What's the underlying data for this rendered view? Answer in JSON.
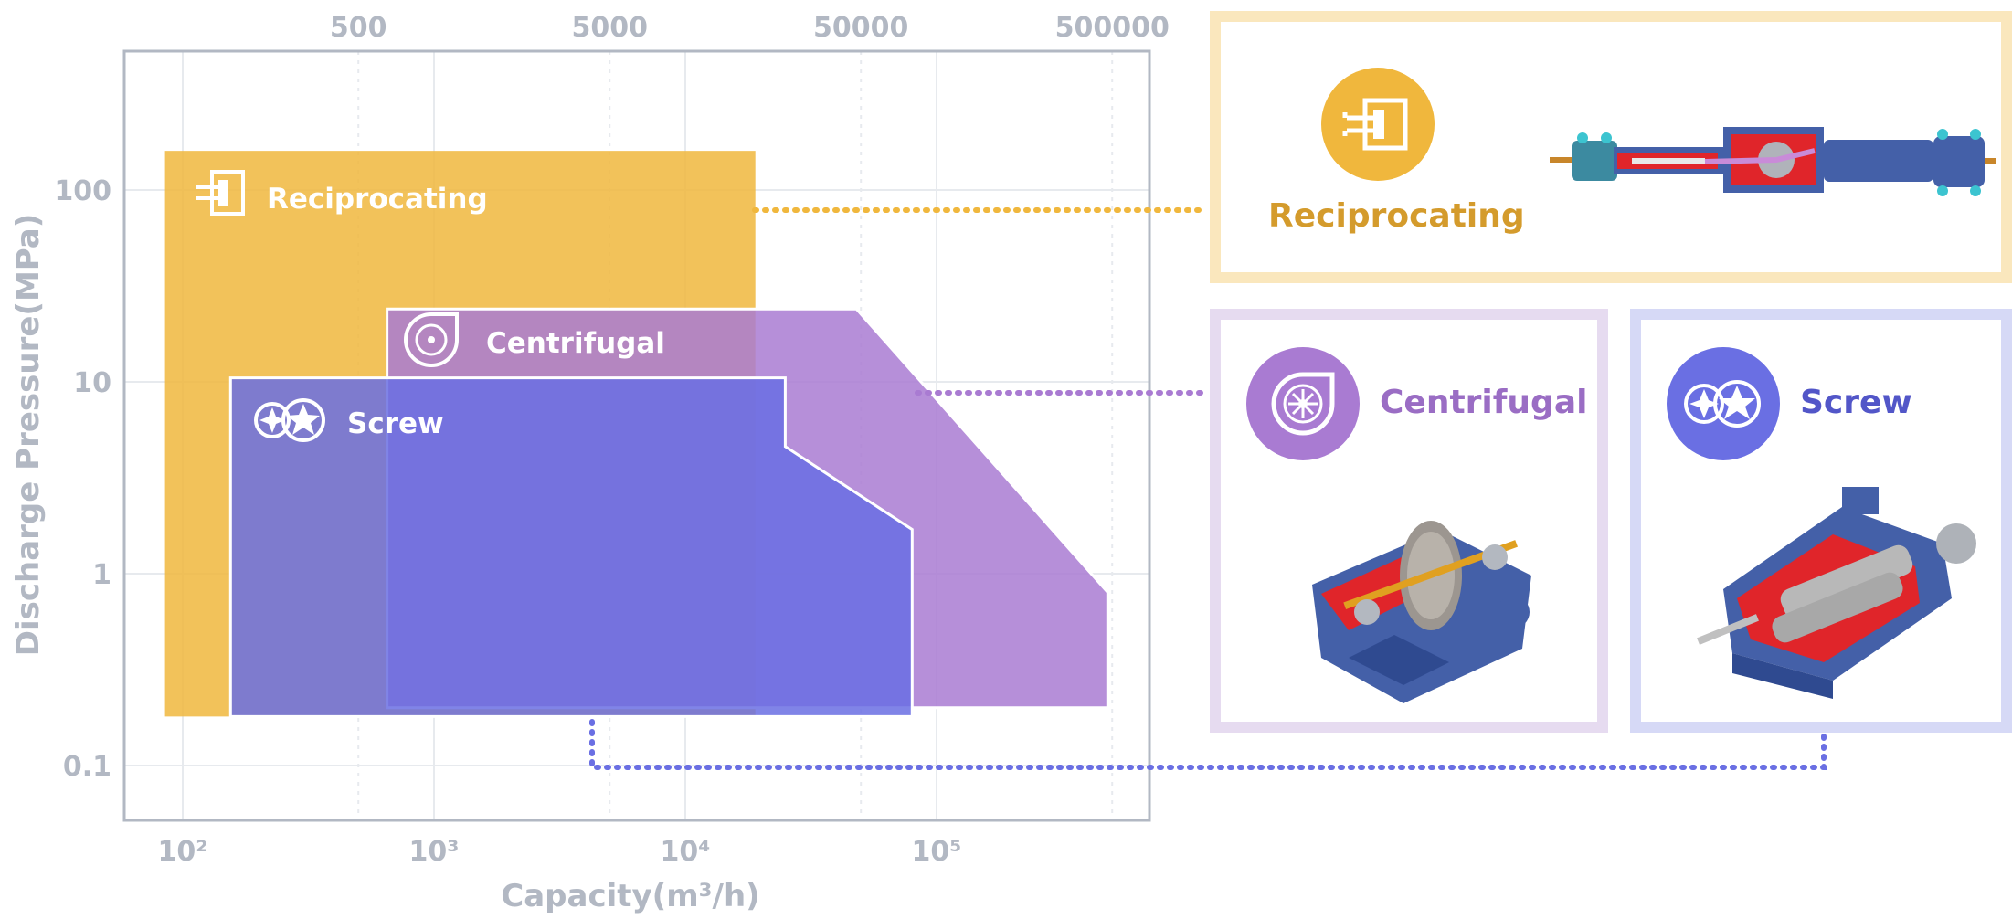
{
  "colors": {
    "reciprocating": "#F0B73D",
    "centrifugal": "#A97BD2",
    "screw": "#6A6FE3",
    "axis": "#B2B8C3",
    "grid": "#E7EAEE",
    "recip_border": "#FAE7BD",
    "centri_border": "#E6DBF0",
    "screw_border": "#D6D9F6",
    "recip_title": "#D49B2C",
    "centri_title": "#9A6DC4",
    "screw_title": "#5256C8",
    "machine_body": "#4460A8",
    "machine_cut": "#E0252A"
  },
  "chart_data": {
    "type": "area",
    "title": "",
    "xlabel": "Capacity(m³/h)",
    "ylabel": "Discharge Pressure(MPa)",
    "xscale": "log",
    "yscale": "log",
    "xlim": [
      55,
      800000
    ],
    "ylim": [
      0.05,
      600
    ],
    "x_ticks": [
      {
        "value": 100,
        "label": "10²"
      },
      {
        "value": 1000,
        "label": "10³"
      },
      {
        "value": 10000,
        "label": "10⁴"
      },
      {
        "value": 100000,
        "label": "10⁵"
      }
    ],
    "x_top_ticks": [
      {
        "value": 500,
        "label": "500"
      },
      {
        "value": 5000,
        "label": "5000"
      },
      {
        "value": 50000,
        "label": "50000"
      },
      {
        "value": 500000,
        "label": "500000"
      }
    ],
    "y_ticks": [
      {
        "value": 0.1,
        "label": "0.1"
      },
      {
        "value": 1,
        "label": "1"
      },
      {
        "value": 10,
        "label": "10"
      },
      {
        "value": 100,
        "label": "100"
      }
    ],
    "grid": true,
    "series": [
      {
        "name": "Reciprocating",
        "key": "reciprocating",
        "outline": false,
        "opacity": 0.85,
        "polygon": [
          [
            85,
            160
          ],
          [
            19000,
            160
          ],
          [
            19000,
            0.18
          ],
          [
            85,
            0.18
          ]
        ]
      },
      {
        "name": "Centrifugal",
        "key": "centrifugal",
        "outline": true,
        "opacity": 0.85,
        "polygon": [
          [
            650,
            24
          ],
          [
            48000,
            24
          ],
          [
            480000,
            0.8
          ],
          [
            480000,
            0.2
          ],
          [
            650,
            0.2
          ]
        ]
      },
      {
        "name": "Screw",
        "key": "screw",
        "outline": true,
        "opacity": 0.85,
        "polygon": [
          [
            155,
            10.5
          ],
          [
            25000,
            10.5
          ],
          [
            25000,
            4.6
          ],
          [
            80000,
            1.7
          ],
          [
            80000,
            0.18
          ],
          [
            155,
            0.18
          ]
        ]
      }
    ]
  },
  "legend_cards": {
    "reciprocating": {
      "title": "Reciprocating",
      "icon": "reciprocating-cylinder-icon"
    },
    "centrifugal": {
      "title": "Centrifugal",
      "icon": "centrifugal-impeller-icon"
    },
    "screw": {
      "title": "Screw",
      "icon": "twin-screw-rotor-icon"
    }
  }
}
